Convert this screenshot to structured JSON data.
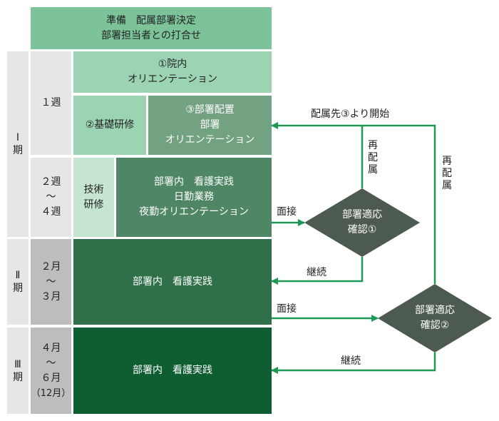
{
  "prep": {
    "line1": "準備　配属部署決定",
    "line2": "部署担当者との打合せ"
  },
  "phases": {
    "p1": "Ⅰ期",
    "p2": "Ⅱ期",
    "p3": "Ⅲ期"
  },
  "periods": {
    "w1": "１週",
    "w2": [
      "２週",
      "～",
      "４週"
    ],
    "m23": [
      "２月",
      "～",
      "３月"
    ],
    "m46": [
      "４月",
      "～",
      "６月",
      "（12月）"
    ]
  },
  "boxes": {
    "orientation": [
      "①院内",
      "オリエンテーション"
    ],
    "basic_training": "②基礎研修",
    "dept_assign": [
      "③部署配置",
      "部署",
      "オリエンテーション"
    ],
    "tech_training": [
      "技術",
      "研修"
    ],
    "practice_1": [
      "部署内　看護実践",
      "日勤業務",
      "夜勤オリエンテーション"
    ],
    "practice_2": "部署内　看護実践",
    "practice_3": "部署内　看護実践"
  },
  "decisions": {
    "check1": [
      "部署適応",
      "確認①"
    ],
    "check2": [
      "部署適応",
      "確認②"
    ]
  },
  "edge_labels": {
    "start_from_3": "配属先③より開始",
    "reassign": "再配属",
    "interview_1": "面接",
    "continue_1": "継続",
    "interview_2": "面接",
    "continue_2": "継続"
  },
  "colors": {
    "prep": "#7cc39a",
    "period_gray": "#e6e6e6",
    "period_gray_dark": "#bdbdbd",
    "light_green": "#9cd3b3",
    "light_green_2": "#c5e5d1",
    "mid_green": "#73a283",
    "practice_1": "#4f8766",
    "practice_2": "#2f7048",
    "practice_3": "#0f5e32",
    "decision": "#4d5a4f",
    "arrow": "#1f9a56"
  }
}
